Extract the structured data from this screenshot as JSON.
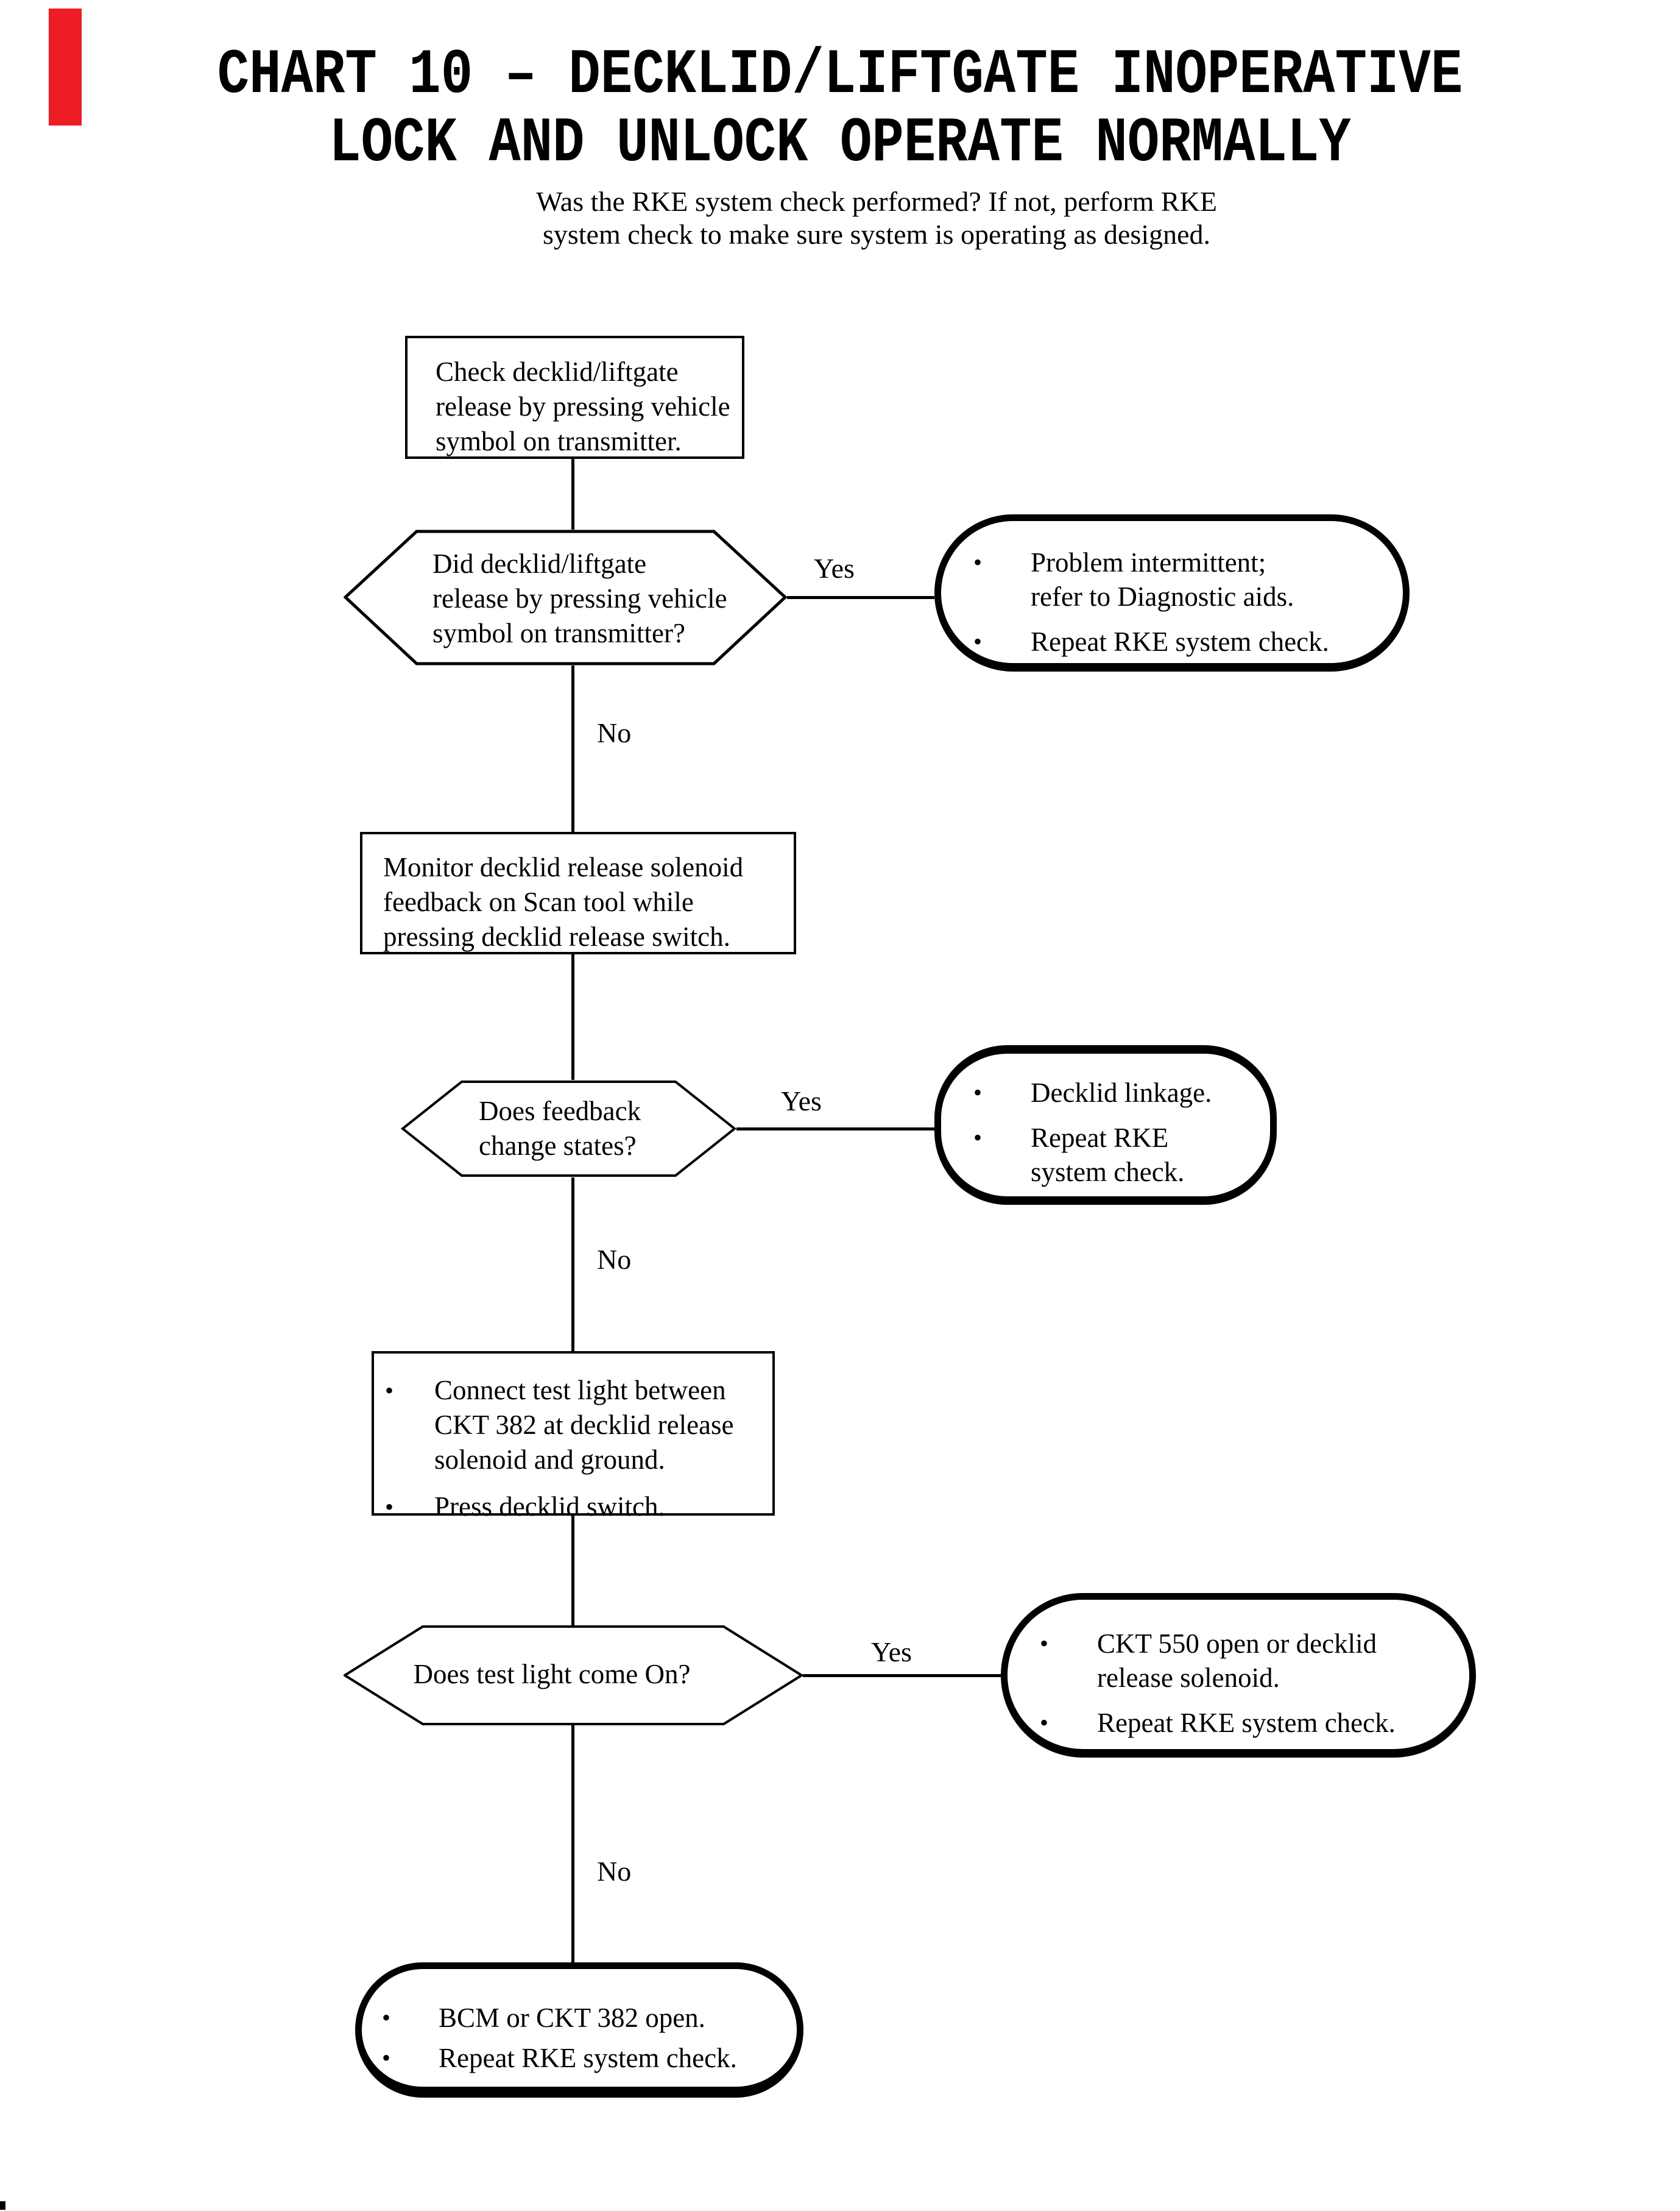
{
  "page": {
    "title_line1": "CHART 10 – DECKLID/LIFTGATE INOPERATIVE",
    "title_line2": "LOCK AND UNLOCK OPERATE NORMALLY",
    "intro_line1": "Was the RKE system check performed? If not, perform RKE",
    "intro_line2": "system check to make sure system is operating as designed."
  },
  "colors": {
    "ink": "#000000",
    "paper": "#ffffff",
    "edge_mark_red": "#ee1c25"
  },
  "glyphs": {
    "bullet": "•"
  },
  "labels": {
    "yes": "Yes",
    "no": "No"
  },
  "nodes": {
    "check_release": {
      "type": "process",
      "lines": [
        "Check decklid/liftgate",
        "release by pressing vehicle",
        "symbol on transmitter."
      ]
    },
    "did_release": {
      "type": "decision",
      "lines": [
        "Did decklid/liftgate",
        "release by pressing vehicle",
        "symbol on transmitter?"
      ]
    },
    "problem_intermittent": {
      "type": "terminal",
      "items": [
        [
          "Problem intermittent;",
          "refer to Diagnostic aids."
        ],
        [
          "Repeat RKE system check."
        ]
      ]
    },
    "monitor_feedback": {
      "type": "process",
      "lines": [
        "Monitor decklid release solenoid",
        "feedback on Scan tool while",
        "pressing decklid release switch."
      ]
    },
    "feedback_changes": {
      "type": "decision",
      "lines": [
        "Does feedback",
        "change states?"
      ]
    },
    "decklid_linkage": {
      "type": "terminal",
      "items": [
        [
          "Decklid linkage."
        ],
        [
          "Repeat RKE",
          "system check."
        ]
      ]
    },
    "connect_test_light": {
      "type": "process",
      "items": [
        [
          "Connect test light between",
          "CKT 382 at decklid release",
          "solenoid and ground."
        ],
        [
          "Press decklid  switch."
        ]
      ]
    },
    "test_light_on": {
      "type": "decision",
      "lines": [
        "Does test light come On?"
      ]
    },
    "ckt550_open": {
      "type": "terminal",
      "items": [
        [
          "CKT 550 open or decklid",
          "release solenoid."
        ],
        [
          "Repeat RKE system check."
        ]
      ]
    },
    "bcm_open": {
      "type": "terminal",
      "items": [
        [
          "BCM or CKT 382 open."
        ],
        [
          "Repeat RKE system check."
        ]
      ]
    }
  }
}
